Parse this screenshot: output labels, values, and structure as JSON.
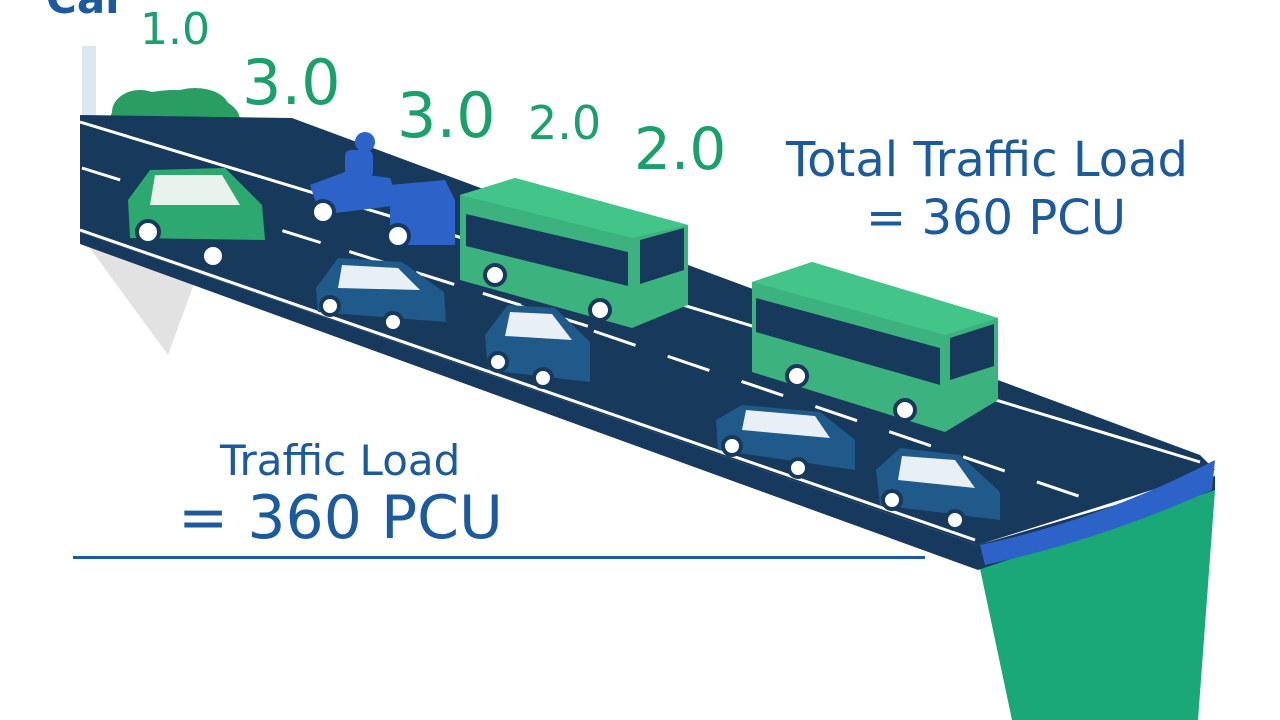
{
  "top_label": "Car",
  "factors": [
    "1.0",
    "3.0",
    "3.0",
    "2.0",
    "2.0"
  ],
  "total_load": {
    "line1": "Total Traffic Load",
    "line2": "= 360 PCU"
  },
  "traffic_load": {
    "line1": "Traffic Load",
    "line2": "= 360 PCU"
  },
  "colors": {
    "navy": "#173a5c",
    "blue": "#1b5a9c",
    "green": "#1aa06a",
    "bright_blue": "#2d62c9",
    "gray": "#dcdcdc"
  },
  "icons": [
    "tree-icon",
    "car-icon",
    "scooter-icon",
    "truck-icon",
    "bus-icon"
  ]
}
